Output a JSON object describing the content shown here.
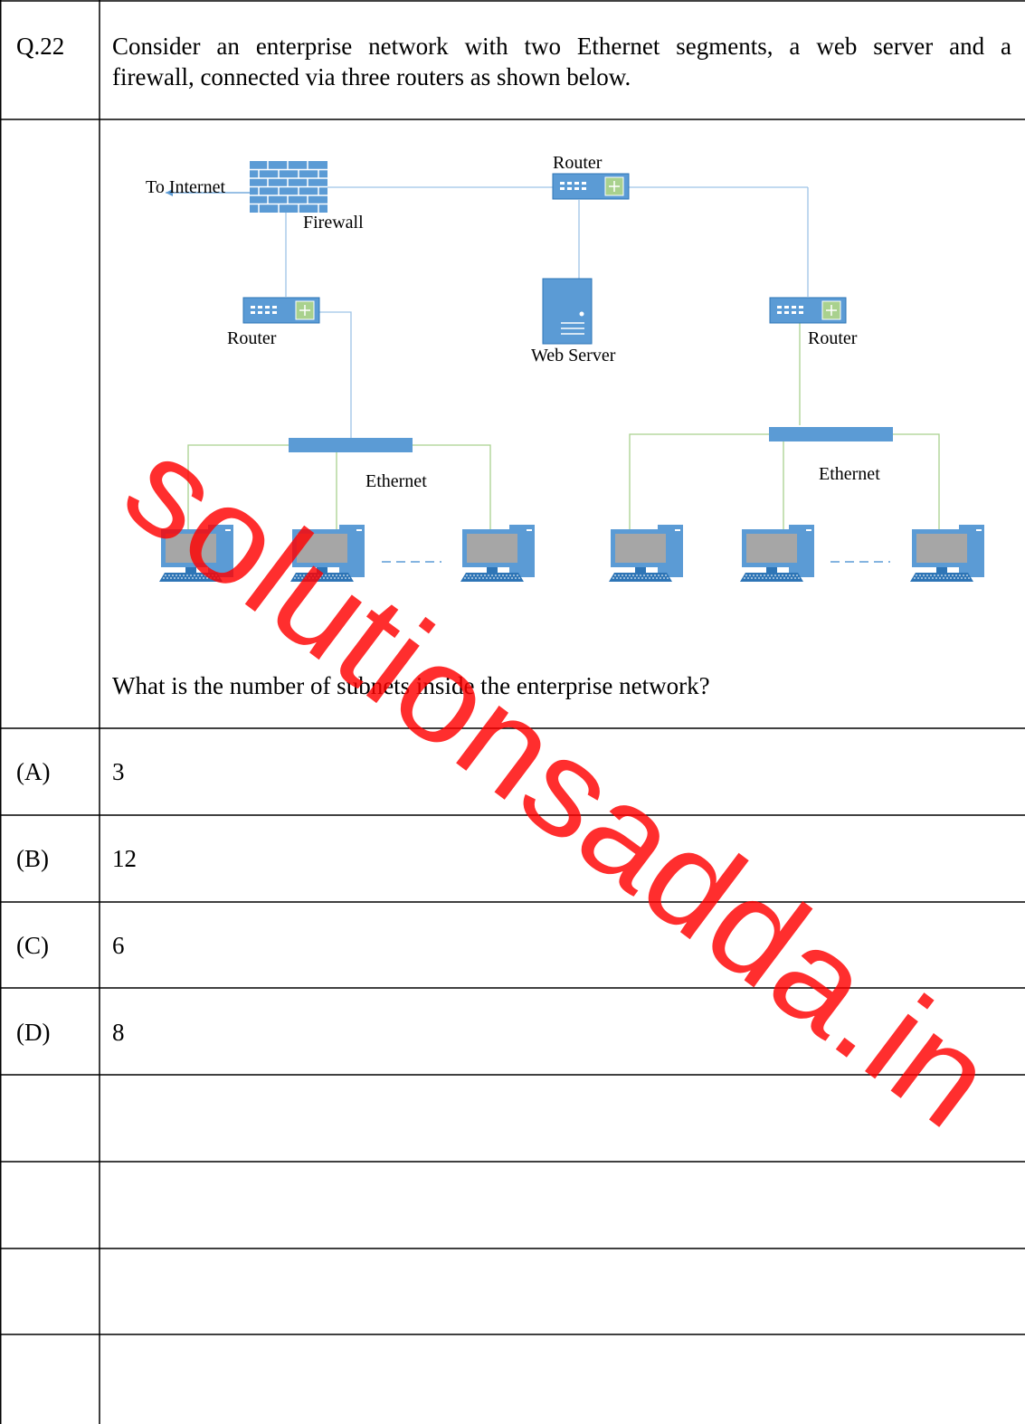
{
  "question": {
    "number": "Q.22",
    "text_line1": "Consider an enterprise network with two Ethernet segments, a web server and a",
    "text_line2": "firewall, connected via three routers as shown below.",
    "prompt": "What is the number of subnets inside the enterprise network?"
  },
  "diagram": {
    "to_internet": "To Internet",
    "firewall": "Firewall",
    "router_top": "Router",
    "router_left": "Router",
    "router_right": "Router",
    "web_server": "Web Server",
    "ethernet_left": "Ethernet",
    "ethernet_right": "Ethernet",
    "colors": {
      "device": "#5b9bd5",
      "device_dark": "#2e75b6",
      "link_blue": "#9dc3e6",
      "link_green": "#a9d18e",
      "screen": "#a6a6a6"
    }
  },
  "options": [
    {
      "label": "(A)",
      "value": "3"
    },
    {
      "label": "(B)",
      "value": "12"
    },
    {
      "label": "(C)",
      "value": "6"
    },
    {
      "label": "(D)",
      "value": "8"
    }
  ],
  "watermark": "solutionsadda.in"
}
